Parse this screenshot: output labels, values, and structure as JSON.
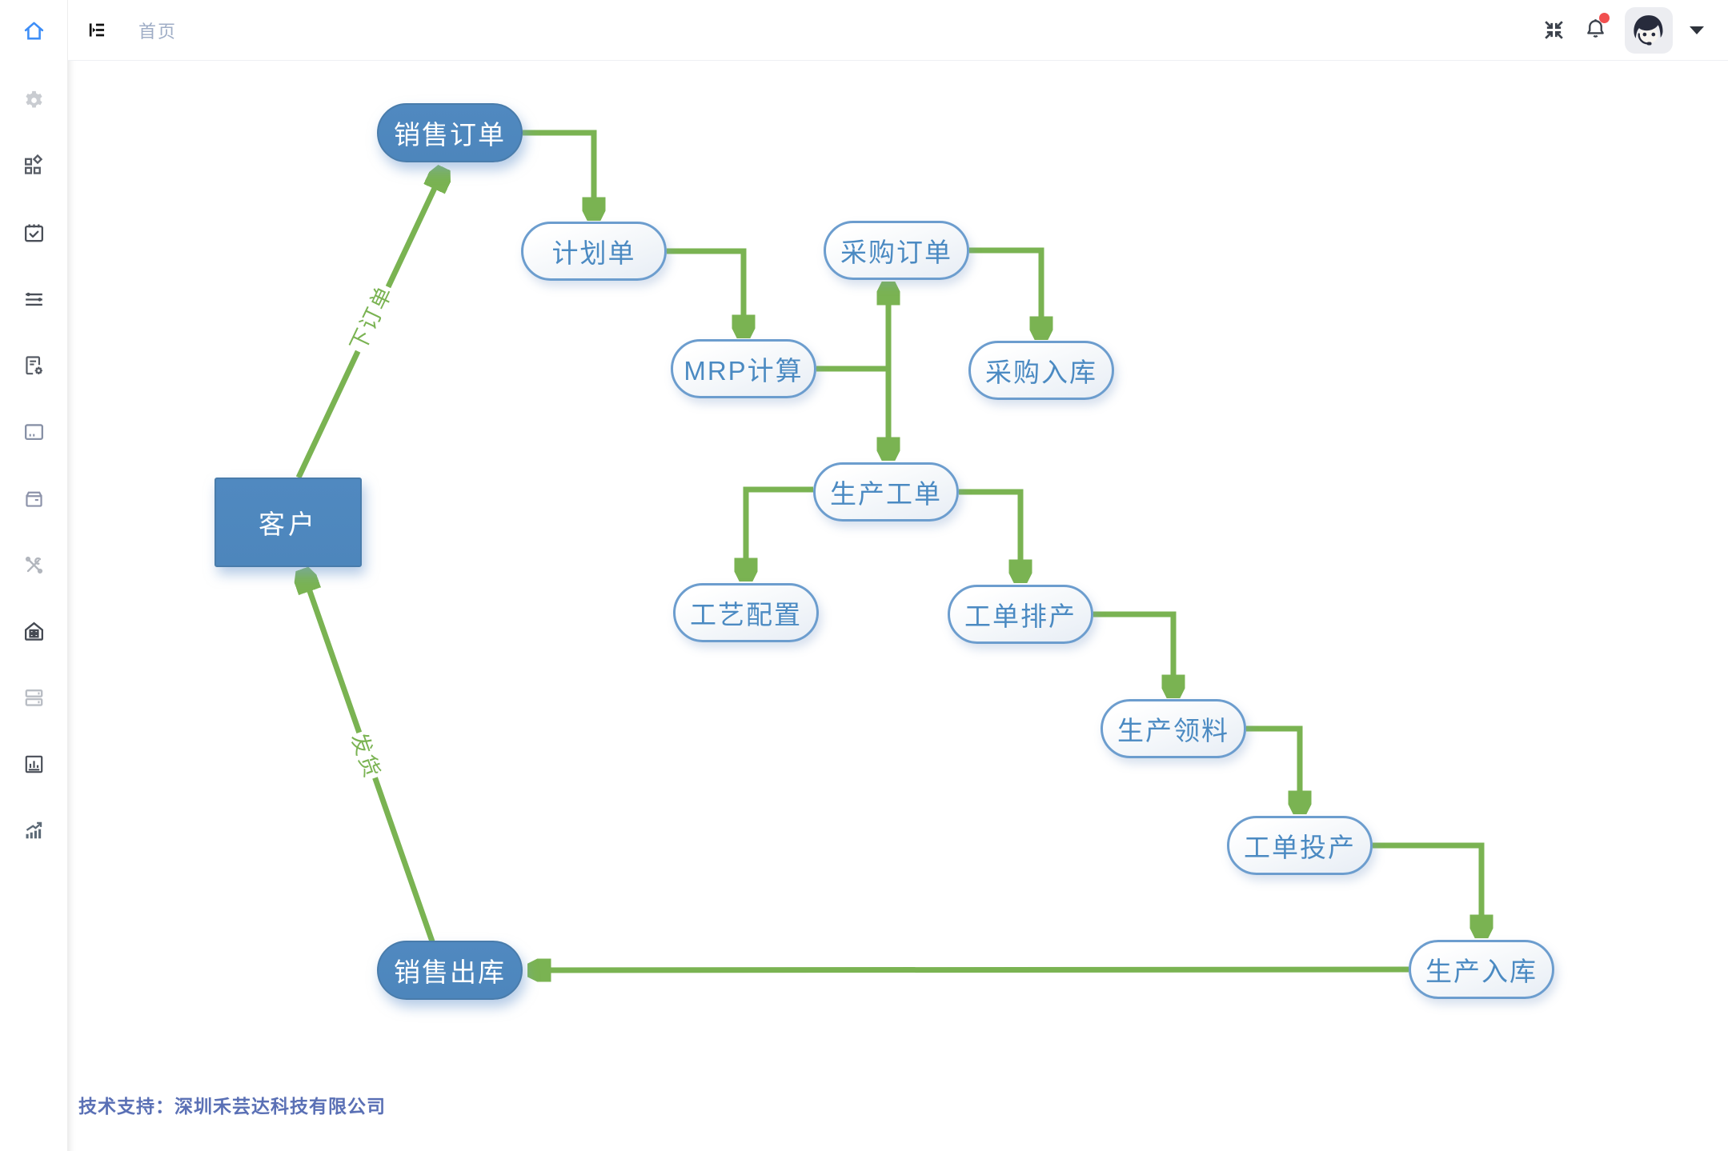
{
  "topbar": {
    "breadcrumb": "首页",
    "notification_badge_color": "#f14f4f"
  },
  "sidebar": {
    "items": [
      {
        "name": "home",
        "icon": "home-icon",
        "color": "#3e8ef7",
        "active": true
      },
      {
        "name": "settings",
        "icon": "gear-icon",
        "color": "#c9ccd1"
      },
      {
        "name": "components",
        "icon": "components-icon",
        "color": "#565b64"
      },
      {
        "name": "plan-calendar",
        "icon": "calendar-check-icon",
        "color": "#4a4f58"
      },
      {
        "name": "list-config",
        "icon": "sliders-icon",
        "color": "#4a4f58"
      },
      {
        "name": "document-settings",
        "icon": "document-gear-icon",
        "color": "#565b64"
      },
      {
        "name": "console",
        "icon": "console-icon",
        "color": "#8791a6"
      },
      {
        "name": "materials",
        "icon": "archive-box-icon",
        "color": "#8d93aa"
      },
      {
        "name": "tools",
        "icon": "tools-icon",
        "color": "#b2b6bd"
      },
      {
        "name": "warehouse",
        "icon": "warehouse-icon",
        "color": "#454a53"
      },
      {
        "name": "inventory",
        "icon": "server-icon",
        "color": "#b9bdc4"
      },
      {
        "name": "reports",
        "icon": "chart-box-icon",
        "color": "#4a4f58"
      },
      {
        "name": "statistics",
        "icon": "trend-chart-icon",
        "color": "#5d6a77"
      }
    ]
  },
  "flowchart": {
    "nodes": [
      {
        "id": "customer",
        "label": "客户",
        "style": "filled-rect"
      },
      {
        "id": "sales-order",
        "label": "销售订单",
        "style": "filled-pill"
      },
      {
        "id": "plan-order",
        "label": "计划单",
        "style": "outline-pill"
      },
      {
        "id": "purchase-order",
        "label": "采购订单",
        "style": "outline-pill"
      },
      {
        "id": "mrp-calc",
        "label": "MRP计算",
        "style": "outline-pill"
      },
      {
        "id": "purchase-inbound",
        "label": "采购入库",
        "style": "outline-pill"
      },
      {
        "id": "production-order",
        "label": "生产工单",
        "style": "outline-pill"
      },
      {
        "id": "process-config",
        "label": "工艺配置",
        "style": "outline-pill"
      },
      {
        "id": "order-scheduling",
        "label": "工单排产",
        "style": "outline-pill"
      },
      {
        "id": "material-picking",
        "label": "生产领料",
        "style": "outline-pill"
      },
      {
        "id": "order-production",
        "label": "工单投产",
        "style": "outline-pill"
      },
      {
        "id": "production-inbound",
        "label": "生产入库",
        "style": "outline-pill"
      },
      {
        "id": "sales-outbound",
        "label": "销售出库",
        "style": "filled-pill"
      }
    ],
    "edges": [
      {
        "from": "customer",
        "to": "sales-order",
        "label": "下订单"
      },
      {
        "from": "sales-order",
        "to": "plan-order"
      },
      {
        "from": "plan-order",
        "to": "mrp-calc"
      },
      {
        "from": "mrp-calc",
        "to": "purchase-order"
      },
      {
        "from": "mrp-calc",
        "to": "production-order"
      },
      {
        "from": "purchase-order",
        "to": "purchase-inbound"
      },
      {
        "from": "production-order",
        "to": "process-config"
      },
      {
        "from": "production-order",
        "to": "order-scheduling"
      },
      {
        "from": "order-scheduling",
        "to": "material-picking"
      },
      {
        "from": "material-picking",
        "to": "order-production"
      },
      {
        "from": "order-production",
        "to": "production-inbound"
      },
      {
        "from": "production-inbound",
        "to": "sales-outbound"
      },
      {
        "from": "sales-outbound",
        "to": "customer",
        "label": "发货"
      }
    ],
    "colors": {
      "edge": "#7ab352",
      "node_fill": "#4d86bc",
      "node_border": "#6c9dce",
      "node_text": "#4b8ac2"
    }
  },
  "footer": {
    "support_text": "技术支持：深圳禾芸达科技有限公司"
  }
}
